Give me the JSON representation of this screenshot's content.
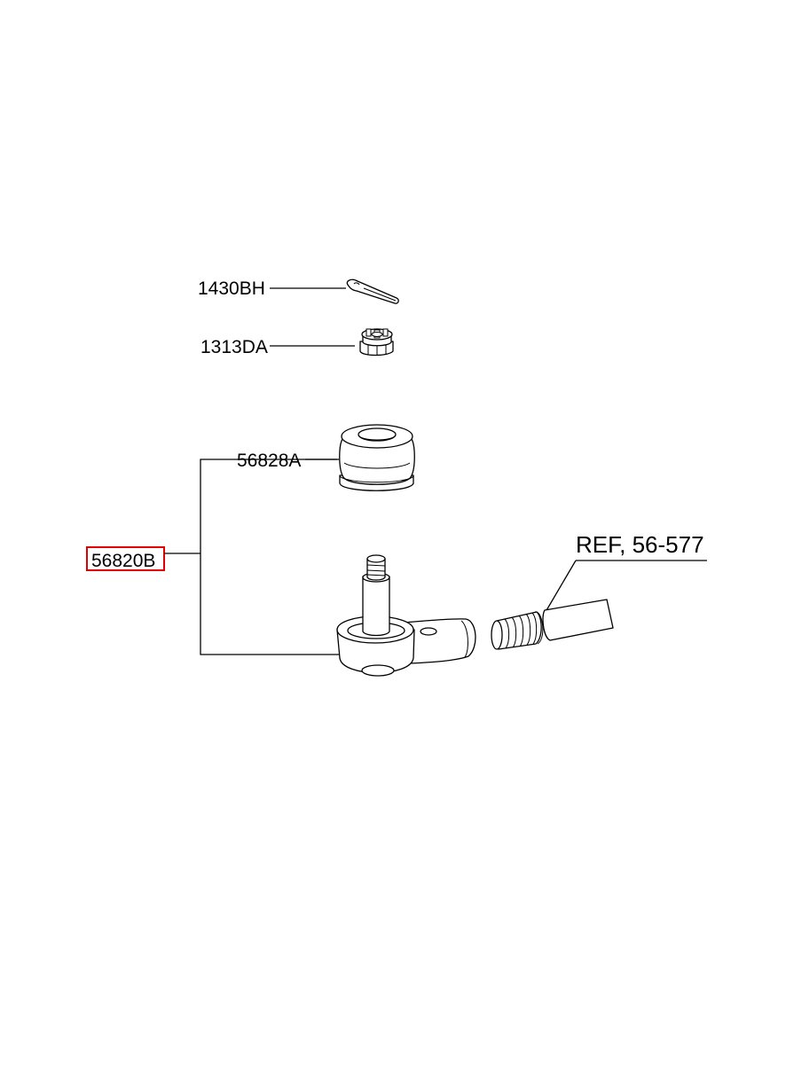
{
  "parts": {
    "cotter_pin": {
      "code": "1430BH",
      "icon": "cotter-pin-icon"
    },
    "castle_nut": {
      "code": "1313DA",
      "icon": "castle-nut-icon"
    },
    "dust_boot": {
      "code": "56828A",
      "icon": "dust-boot-icon"
    },
    "tie_rod_end": {
      "code": "56820B",
      "icon": "tie-rod-end-icon",
      "highlighted": true
    }
  },
  "reference": {
    "text": "REF, 56-577",
    "icon": "tie-rod-icon"
  },
  "colors": {
    "highlight": "#e00000",
    "line": "#000000",
    "background": "#ffffff"
  }
}
